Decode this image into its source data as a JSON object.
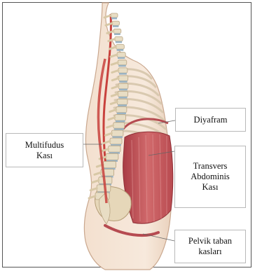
{
  "labels": {
    "diyafram": "Diyafram",
    "multifidus": [
      "Multifudus",
      "Kası"
    ],
    "transvers": [
      "Transvers",
      "Abdominis",
      "Kası"
    ],
    "pelvik": [
      "Pelvik taban",
      "kasları"
    ]
  },
  "colors": {
    "skin": "#efd8c4",
    "skin_outline": "#c9a78e",
    "muscle": "#c9575d",
    "bone": "#e8ddc4",
    "disc": "#9ab3c4",
    "spinal_cord": "#c8413c"
  }
}
